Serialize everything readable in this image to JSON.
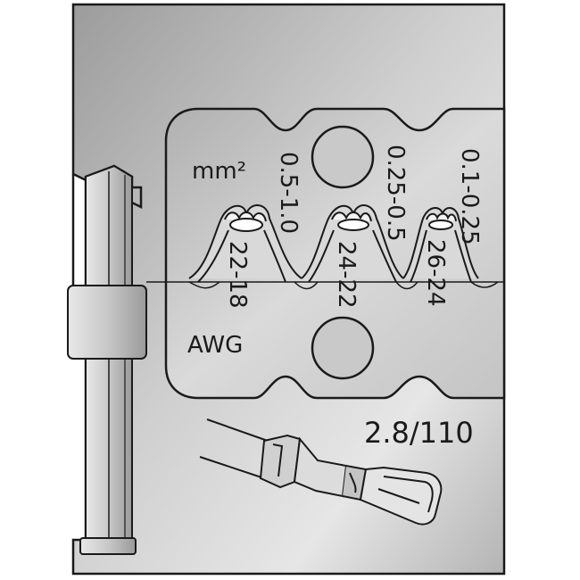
{
  "die": {
    "units_mm2": "mm²",
    "units_awg": "AWG",
    "terminal_size": "2.8/110"
  },
  "crimp_profiles": [
    {
      "mm2": "0.5-1.0",
      "awg": "22-18"
    },
    {
      "mm2": "0.25-0.5",
      "awg": "24-22"
    },
    {
      "mm2": "0.1-0.25",
      "awg": "26-24"
    }
  ],
  "colors": {
    "metal_light": "#e2e2e2",
    "metal_mid": "#b8b8b8",
    "metal_dark": "#8e8e8e",
    "outline": "#1a1a1a"
  }
}
